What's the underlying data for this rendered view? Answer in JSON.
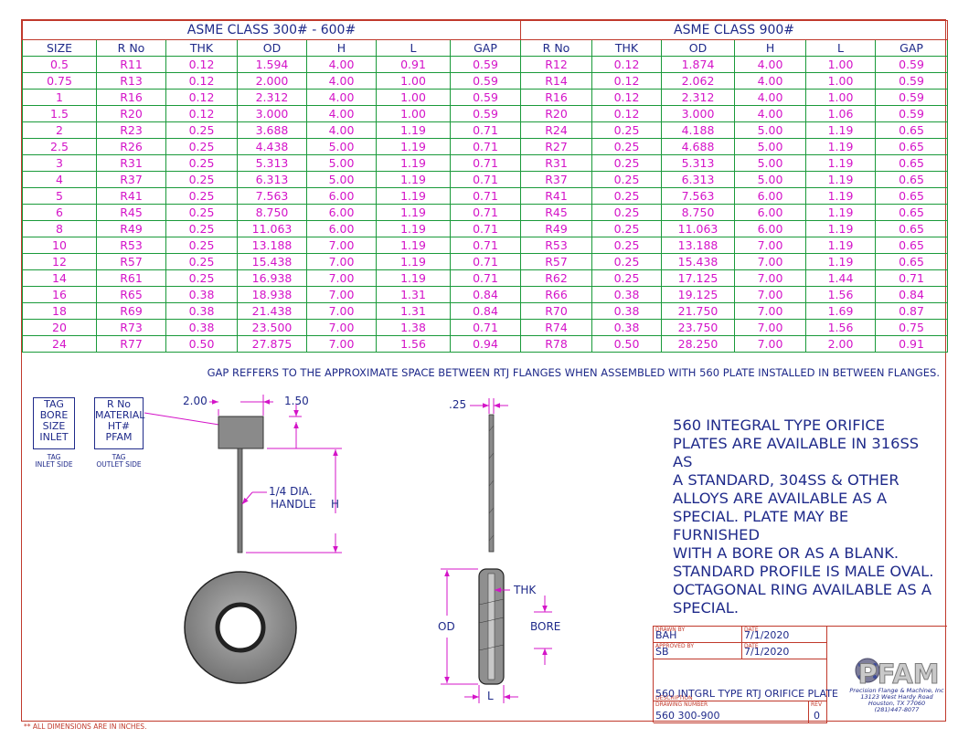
{
  "table": {
    "group_left": "ASME CLASS 300# - 600#",
    "group_right": "ASME CLASS 900#",
    "headers": [
      "SIZE",
      "R No",
      "THK",
      "OD",
      "H",
      "L",
      "GAP",
      "R No",
      "THK",
      "OD",
      "H",
      "L",
      "GAP"
    ],
    "rows": [
      [
        "0.5",
        "R11",
        "0.12",
        "1.594",
        "4.00",
        "0.91",
        "0.59",
        "R12",
        "0.12",
        "1.874",
        "4.00",
        "1.00",
        "0.59"
      ],
      [
        "0.75",
        "R13",
        "0.12",
        "2.000",
        "4.00",
        "1.00",
        "0.59",
        "R14",
        "0.12",
        "2.062",
        "4.00",
        "1.00",
        "0.59"
      ],
      [
        "1",
        "R16",
        "0.12",
        "2.312",
        "4.00",
        "1.00",
        "0.59",
        "R16",
        "0.12",
        "2.312",
        "4.00",
        "1.00",
        "0.59"
      ],
      [
        "1.5",
        "R20",
        "0.12",
        "3.000",
        "4.00",
        "1.00",
        "0.59",
        "R20",
        "0.12",
        "3.000",
        "4.00",
        "1.06",
        "0.59"
      ],
      [
        "2",
        "R23",
        "0.25",
        "3.688",
        "4.00",
        "1.19",
        "0.71",
        "R24",
        "0.25",
        "4.188",
        "5.00",
        "1.19",
        "0.65"
      ],
      [
        "2.5",
        "R26",
        "0.25",
        "4.438",
        "5.00",
        "1.19",
        "0.71",
        "R27",
        "0.25",
        "4.688",
        "5.00",
        "1.19",
        "0.65"
      ],
      [
        "3",
        "R31",
        "0.25",
        "5.313",
        "5.00",
        "1.19",
        "0.71",
        "R31",
        "0.25",
        "5.313",
        "5.00",
        "1.19",
        "0.65"
      ],
      [
        "4",
        "R37",
        "0.25",
        "6.313",
        "5.00",
        "1.19",
        "0.71",
        "R37",
        "0.25",
        "6.313",
        "5.00",
        "1.19",
        "0.65"
      ],
      [
        "5",
        "R41",
        "0.25",
        "7.563",
        "6.00",
        "1.19",
        "0.71",
        "R41",
        "0.25",
        "7.563",
        "6.00",
        "1.19",
        "0.65"
      ],
      [
        "6",
        "R45",
        "0.25",
        "8.750",
        "6.00",
        "1.19",
        "0.71",
        "R45",
        "0.25",
        "8.750",
        "6.00",
        "1.19",
        "0.65"
      ],
      [
        "8",
        "R49",
        "0.25",
        "11.063",
        "6.00",
        "1.19",
        "0.71",
        "R49",
        "0.25",
        "11.063",
        "6.00",
        "1.19",
        "0.65"
      ],
      [
        "10",
        "R53",
        "0.25",
        "13.188",
        "7.00",
        "1.19",
        "0.71",
        "R53",
        "0.25",
        "13.188",
        "7.00",
        "1.19",
        "0.65"
      ],
      [
        "12",
        "R57",
        "0.25",
        "15.438",
        "7.00",
        "1.19",
        "0.71",
        "R57",
        "0.25",
        "15.438",
        "7.00",
        "1.19",
        "0.65"
      ],
      [
        "14",
        "R61",
        "0.25",
        "16.938",
        "7.00",
        "1.19",
        "0.71",
        "R62",
        "0.25",
        "17.125",
        "7.00",
        "1.44",
        "0.71"
      ],
      [
        "16",
        "R65",
        "0.38",
        "18.938",
        "7.00",
        "1.31",
        "0.84",
        "R66",
        "0.38",
        "19.125",
        "7.00",
        "1.56",
        "0.84"
      ],
      [
        "18",
        "R69",
        "0.38",
        "21.438",
        "7.00",
        "1.31",
        "0.84",
        "R70",
        "0.38",
        "21.750",
        "7.00",
        "1.69",
        "0.87"
      ],
      [
        "20",
        "R73",
        "0.38",
        "23.500",
        "7.00",
        "1.38",
        "0.71",
        "R74",
        "0.38",
        "23.750",
        "7.00",
        "1.56",
        "0.75"
      ],
      [
        "24",
        "R77",
        "0.50",
        "27.875",
        "7.00",
        "1.56",
        "0.94",
        "R78",
        "0.50",
        "28.250",
        "7.00",
        "2.00",
        "0.91"
      ]
    ],
    "gap_note": "GAP REFFERS TO THE APPROXIMATE SPACE BETWEEN RTJ FLANGES WHEN ASSEMBLED WITH 560 PLATE INSTALLED IN BETWEEN FLANGES."
  },
  "tags": {
    "inlet_lines": [
      "TAG",
      "BORE",
      "SIZE",
      "INLET"
    ],
    "inlet_caption": [
      "TAG",
      "INLET SIDE"
    ],
    "outlet_lines": [
      "R No",
      "MATERIAL",
      "HT#",
      "PFAM"
    ],
    "outlet_caption": [
      "TAG",
      "OUTLET SIDE"
    ]
  },
  "dims": {
    "width_200": "2.00",
    "width_150": "1.50",
    "handle_1": "1/4 DIA.",
    "handle_2": "HANDLE",
    "h": "H",
    "thk_025": ".25",
    "thk": "THK",
    "od": "OD",
    "bore": "BORE",
    "l": "L"
  },
  "note_lines": [
    "560 INTEGRAL TYPE ORIFICE",
    "PLATES ARE AVAILABLE IN 316SS AS",
    "A STANDARD, 304SS & OTHER",
    "ALLOYS ARE AVAILABLE AS A",
    "SPECIAL. PLATE MAY BE FURNISHED",
    "WITH A BORE OR AS A BLANK.",
    "STANDARD PROFILE IS MALE OVAL.",
    "OCTAGONAL RING AVAILABLE AS A",
    "SPECIAL."
  ],
  "title_block": {
    "drawn_by_label": "DRAWN BY",
    "drawn_by": "BAH",
    "date_label": "DATE",
    "date1": "7/1/2020",
    "approved_by_label": "APPROVED BY",
    "approved_by": "SB",
    "date2": "7/1/2020",
    "description_label": "DESCRIPTION",
    "description": "560 INTGRL TYPE RTJ ORIFICE PLATE",
    "drawing_number_label": "DRAWING NUMBER",
    "drawing_number": "560 300-900",
    "rev_label": "REV",
    "rev": "0"
  },
  "company": {
    "logo_text": "PFAM",
    "name": "Precision Flange & Machine, Inc",
    "street": "13123 West Hardy Road",
    "city": "Houston, TX 77060",
    "phone": "(281)447-8077"
  },
  "footer": "** ALL DIMENSIONS ARE IN INCHES.",
  "colors": {
    "border": "#c0392b",
    "grid": "#1a9a3a",
    "values": "#d414c8",
    "text": "#1f2a8a"
  }
}
